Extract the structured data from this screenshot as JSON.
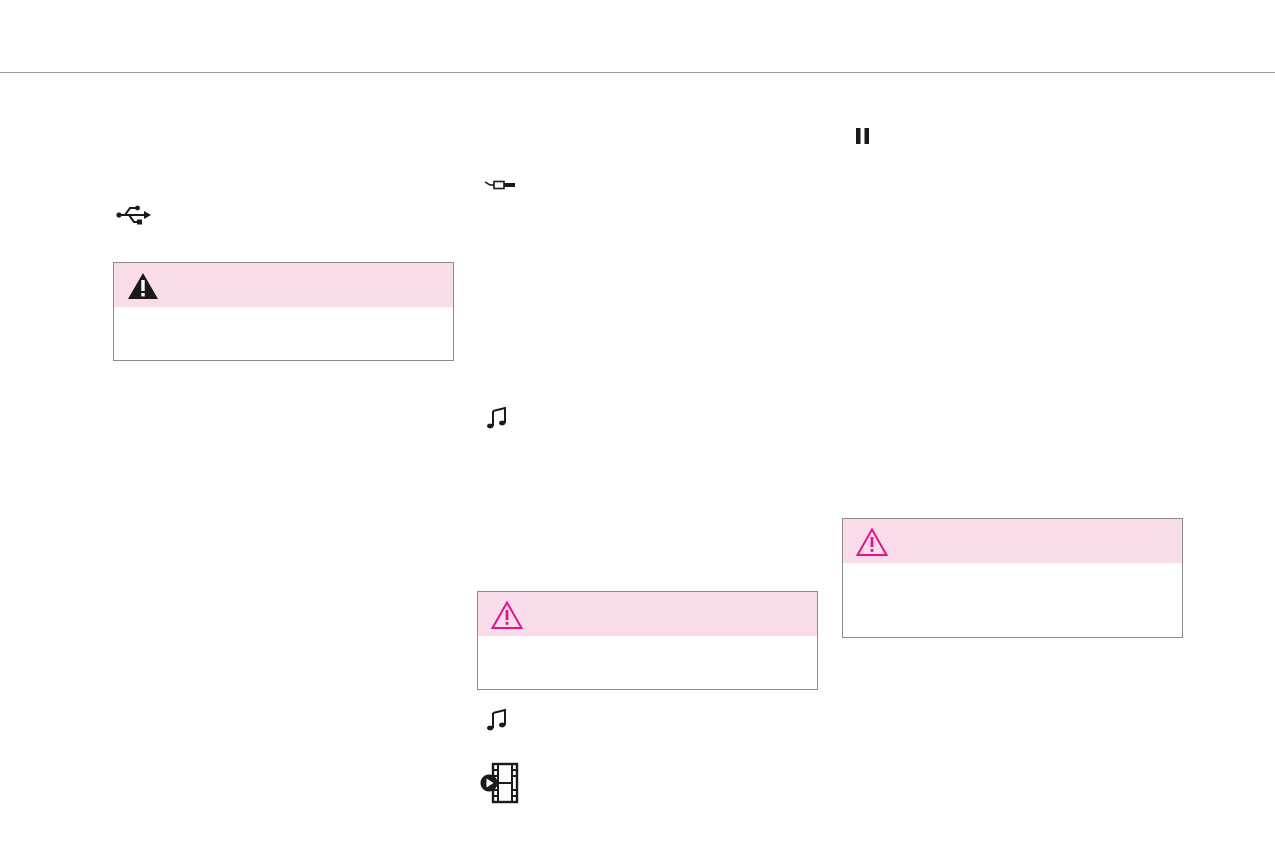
{
  "colors": {
    "rule": "#9a9a9a",
    "callout_header_bg": "#f8dcea",
    "callout_border": "#8c8c8c",
    "warning_accent": "#e0158a",
    "icon_dark": "#1a1a1a"
  },
  "icons": {
    "usb": "usb-icon",
    "aux": "aux-jack-icon",
    "music": "music-note-icon",
    "video": "video-film-icon",
    "pause": "pause-icon",
    "warning_solid": "warning-triangle-solid-icon",
    "warning_outline": "warning-triangle-outline-icon"
  },
  "callouts": [
    {
      "id": "usb-warning",
      "style": "solid-black"
    },
    {
      "id": "media-warning",
      "style": "outline-pink"
    },
    {
      "id": "pause-warning",
      "style": "outline-pink"
    }
  ]
}
